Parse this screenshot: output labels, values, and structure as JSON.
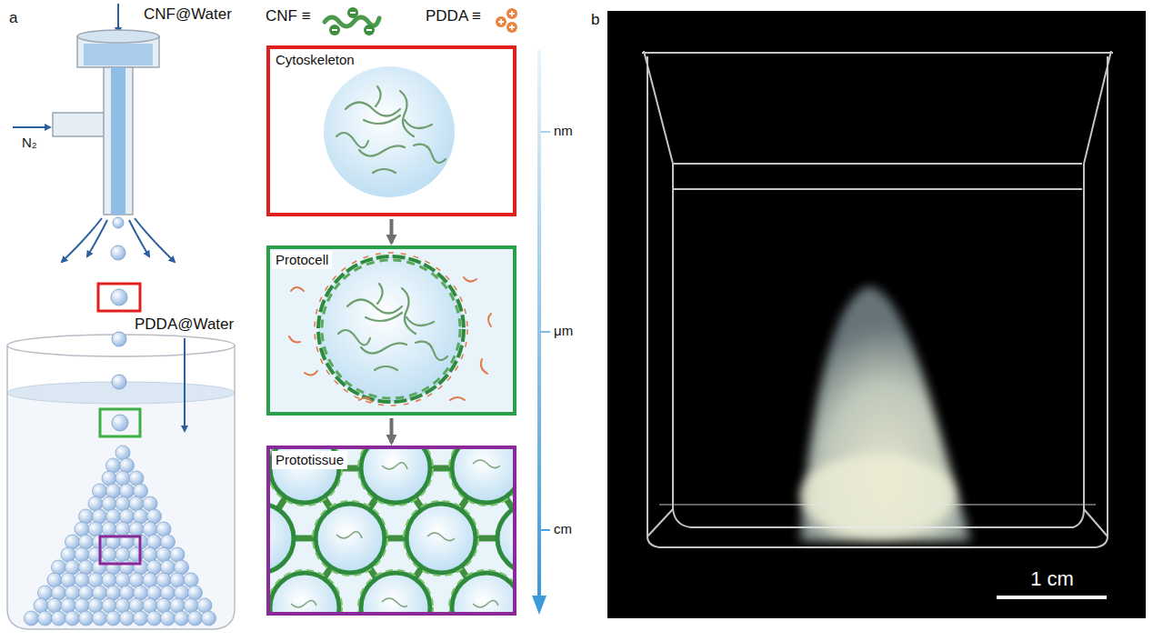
{
  "diagram": {
    "nodes": [
      {
        "text": [
          "Cytoskeleton"
        ]
      },
      {
        "text": [
          "Protocell"
        ]
      },
      {
        "text": [
          "Prototissue"
        ]
      }
    ],
    "edges": [
      {
        "from": 0,
        "to": 1,
        "arrow": "to"
      },
      {
        "from": 1,
        "to": 2,
        "arrow": "to"
      }
    ],
    "labels": [
      "a",
      "CNF@Water",
      "N₂",
      "PDDA@Water",
      "CNF ≡",
      "PDDA ≡",
      "nm",
      "μm",
      "cm",
      "b",
      "1 cm"
    ]
  }
}
